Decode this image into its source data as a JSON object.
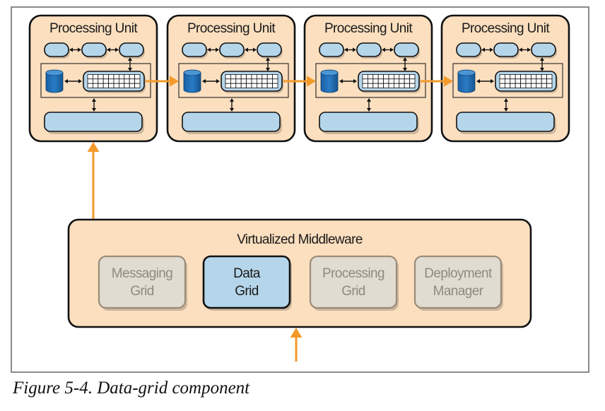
{
  "figure": {
    "caption": "Figure 5-4. Data-grid component"
  },
  "colors": {
    "unit_fill": "#fbdfbf",
    "component_fill": "#b5d5ea",
    "arrow_orange": "#f39a2a",
    "inactive_fill": "#e1dcd2",
    "database_blue": "#1f6fb8"
  },
  "processing_units": [
    {
      "title": "Processing Unit",
      "grid_columns": 10,
      "grid_rows": 3,
      "icons": [
        "database-icon",
        "data-grid-icon"
      ]
    },
    {
      "title": "Processing Unit",
      "grid_columns": 10,
      "grid_rows": 3,
      "icons": [
        "database-icon",
        "data-grid-icon"
      ]
    },
    {
      "title": "Processing Unit",
      "grid_columns": 10,
      "grid_rows": 3,
      "icons": [
        "database-icon",
        "data-grid-icon"
      ]
    },
    {
      "title": "Processing Unit",
      "grid_columns": 10,
      "grid_rows": 3,
      "icons": [
        "database-icon",
        "data-grid-icon"
      ]
    }
  ],
  "middleware": {
    "title": "Virtualized Middleware",
    "components": [
      {
        "line1": "Messaging",
        "line2": "Grid",
        "active": false
      },
      {
        "line1": "Data",
        "line2": "Grid",
        "active": true
      },
      {
        "line1": "Processing",
        "line2": "Grid",
        "active": false
      },
      {
        "line1": "Deployment",
        "line2": "Manager",
        "active": false
      }
    ]
  },
  "connections": [
    {
      "from": "processing-unit-1",
      "to": "processing-unit-2",
      "type": "orange-arrow"
    },
    {
      "from": "processing-unit-2",
      "to": "processing-unit-3",
      "type": "orange-arrow"
    },
    {
      "from": "processing-unit-3",
      "to": "processing-unit-4",
      "type": "orange-arrow"
    },
    {
      "from": "virtualized-middleware",
      "to": "processing-unit-1",
      "type": "orange-arrow"
    },
    {
      "from": "external",
      "to": "virtualized-middleware",
      "type": "orange-arrow"
    }
  ]
}
